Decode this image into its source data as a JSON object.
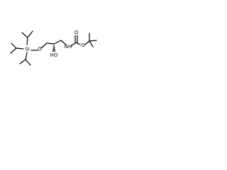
{
  "structure": {
    "atoms": {
      "si": "Si",
      "ether_o": "O",
      "hydroxyl": "HO",
      "amine": "NH",
      "carbonyl_o": "O",
      "ester_o": "O"
    }
  }
}
